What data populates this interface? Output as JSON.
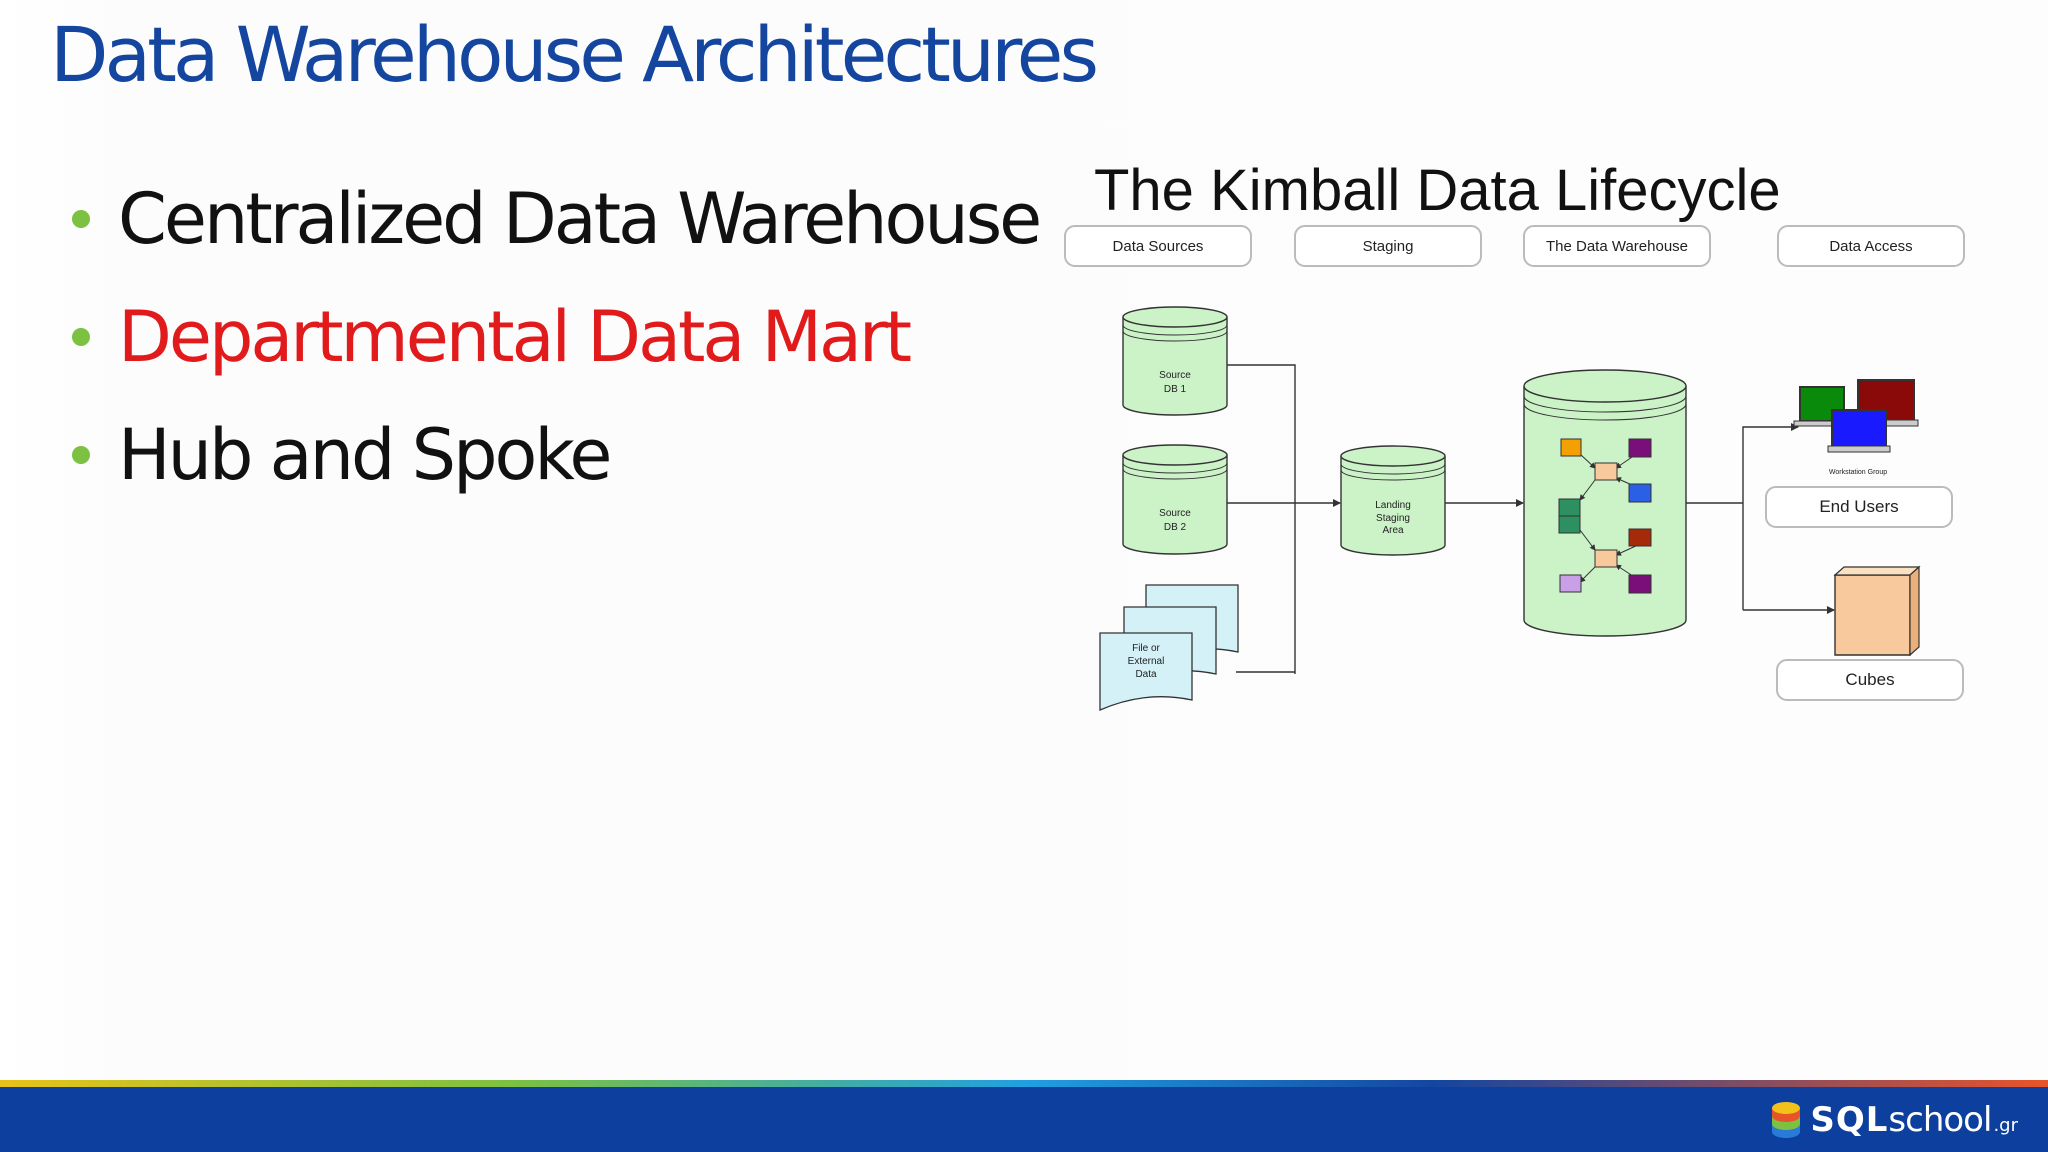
{
  "slide": {
    "title": "Data Warehouse Architectures",
    "bullets": [
      {
        "label": "Centralized Data Warehouse",
        "active": false
      },
      {
        "label": "Departmental Data Mart",
        "active": true
      },
      {
        "label": "Hub and Spoke",
        "active": false
      }
    ]
  },
  "diagram": {
    "title": "The Kimball Data Lifecycle",
    "stages": [
      "Data Sources",
      "Staging",
      "The Data Warehouse",
      "Data Access"
    ],
    "source_db1": [
      "Source",
      "DB 1"
    ],
    "source_db2": [
      "Source",
      "DB 2"
    ],
    "file_source": [
      "File or",
      "External",
      "Data"
    ],
    "staging_area": [
      "Landing",
      "Staging",
      "Area"
    ],
    "workstation_group": "Workstation Group",
    "end_users": "End Users",
    "cubes": "Cubes"
  },
  "footer": {
    "brand_sql": "SQL",
    "brand_school": "school",
    "brand_tld": ".gr"
  },
  "colors": {
    "title_blue": "#1446a0",
    "active_red": "#e11b1b",
    "bullet_green": "#7cc142",
    "footer_blue": "#0c3f9e",
    "db_green": "#ccf2c8",
    "file_blue": "#d4f1f8",
    "cube_orange": "#f7c99d"
  }
}
